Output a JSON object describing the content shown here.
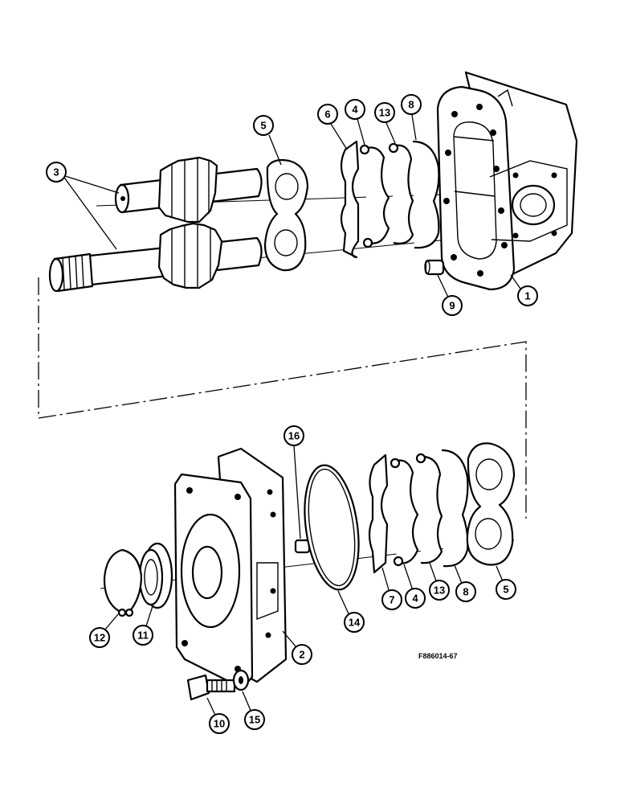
{
  "figure": {
    "reference": "F886014-67",
    "callouts": [
      "1",
      "2",
      "3",
      "4",
      "4",
      "5",
      "5",
      "6",
      "7",
      "8",
      "8",
      "9",
      "10",
      "11",
      "12",
      "13",
      "13",
      "14",
      "15",
      "16"
    ]
  }
}
